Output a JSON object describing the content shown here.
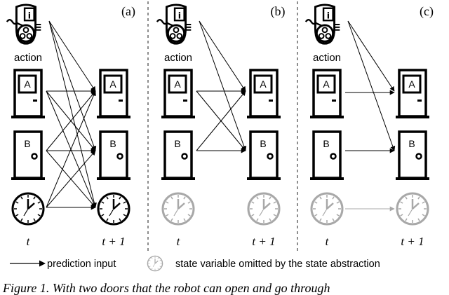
{
  "panels": [
    {
      "label": "(a)",
      "action_label": "action",
      "time_t": "t",
      "time_t1": "t + 1",
      "clock_omitted": false
    },
    {
      "label": "(b)",
      "action_label": "action",
      "time_t": "t",
      "time_t1": "t + 1",
      "clock_omitted": true
    },
    {
      "label": "(c)",
      "action_label": "action",
      "time_t": "t",
      "time_t1": "t + 1",
      "clock_omitted": true
    }
  ],
  "door_labels": {
    "a": "A",
    "b": "B"
  },
  "robot_badge": "i",
  "legend": {
    "arrow_text": "prediction input",
    "omitted_text": "state variable omitted by the state abstraction"
  },
  "caption": "Figure 1. With two doors that the robot can open and go through",
  "colors": {
    "ink": "#000000",
    "omitted": "#a8a8a8",
    "divider": "#444444"
  },
  "icons": [
    "robot-icon",
    "door-icon",
    "clock-icon",
    "arrow-icon"
  ]
}
